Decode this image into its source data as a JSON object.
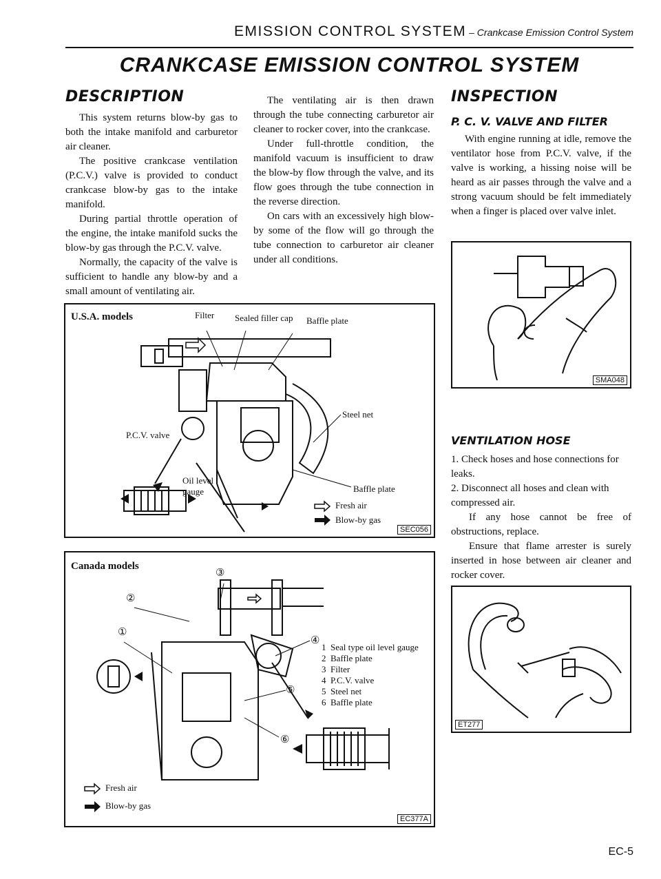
{
  "header": {
    "main": "EMISSION CONTROL SYSTEM",
    "sub": "– Crankcase Emission Control System"
  },
  "page_title": "CRANKCASE EMISSION CONTROL SYSTEM",
  "description": {
    "heading": "DESCRIPTION",
    "paragraphs": [
      "This system returns blow-by gas to both the intake manifold and carburetor air cleaner.",
      "The positive crankcase ventilation (P.C.V.) valve is provided to conduct crankcase blow-by gas to the intake manifold.",
      "During partial throttle operation of the engine, the intake manifold sucks the blow-by gas through the P.C.V. valve.",
      "Normally, the capacity of the valve is sufficient to handle any blow-by and a small amount of ventilating air."
    ],
    "col2_paragraphs": [
      "The ventilating air is then drawn through the tube connecting carburetor air cleaner to rocker cover, into the crankcase.",
      "Under full-throttle condition, the manifold vacuum is insufficient to draw the blow-by flow through the valve, and its flow goes through the tube connection in the reverse direction.",
      "On cars with an excessively high blow-by some of the flow will go through the tube connection to carburetor air cleaner under all conditions."
    ]
  },
  "usa_figure": {
    "title": "U.S.A. models",
    "labels": {
      "filter": "Filter",
      "sealed_filler_cap": "Sealed filler cap",
      "baffle_plate_top": "Baffle plate",
      "steel_net": "Steel net",
      "pcv_valve": "P.C.V. valve",
      "oil_level": "Oil level",
      "gauge": "gauge",
      "baffle_plate": "Baffle plate"
    },
    "legend": {
      "fresh_air": "Fresh air",
      "blow_by_gas": "Blow-by gas"
    },
    "code": "SEC056"
  },
  "canada_figure": {
    "title": "Canada models",
    "callouts": [
      "①",
      "②",
      "③",
      "④",
      "⑤",
      "⑥"
    ],
    "parts": [
      {
        "num": "1",
        "name": "Seal type oil level gauge"
      },
      {
        "num": "2",
        "name": "Baffle plate"
      },
      {
        "num": "3",
        "name": "Filter"
      },
      {
        "num": "4",
        "name": "P.C.V. valve"
      },
      {
        "num": "5",
        "name": "Steel net"
      },
      {
        "num": "6",
        "name": "Baffle plate"
      }
    ],
    "legend": {
      "fresh_air": "Fresh air",
      "blow_by_gas": "Blow-by gas"
    },
    "code": "EC377A"
  },
  "inspection": {
    "heading": "INSPECTION",
    "pcv_heading": "P. C. V. VALVE AND FILTER",
    "pcv_text": "With engine running at idle, remove the ventilator hose from P.C.V. valve, if the valve is working, a hissing noise will be heard as air passes through the valve and a strong vacuum should be felt immediately when a finger is placed over valve inlet.",
    "pcv_fig_code": "SMA048",
    "hose_heading": "VENTILATION HOSE",
    "hose_items": [
      {
        "num": "1.",
        "text": "Check hoses and hose connections for leaks."
      },
      {
        "num": "2.",
        "text": "Disconnect all hoses and clean with compressed air."
      }
    ],
    "hose_paragraphs": [
      "If any hose cannot be free of obstructions, replace.",
      "Ensure that flame arrester is surely inserted in hose between air cleaner and rocker cover."
    ],
    "hose_fig_code": "ET277"
  },
  "page_number": "EC-5"
}
